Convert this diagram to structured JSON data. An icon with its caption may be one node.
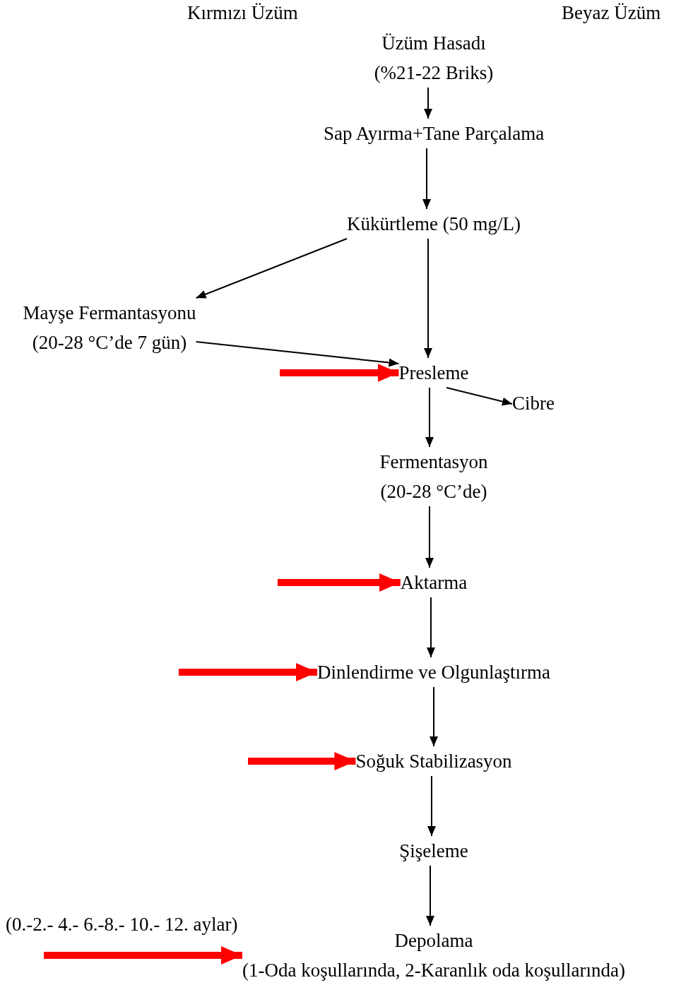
{
  "diagram": {
    "nodes": [
      {
        "text": [
          "Üzüm Hasadı",
          "(%21-22 Briks)"
        ]
      },
      {
        "text": [
          "Sap Ayırma+Tane Parçalama"
        ]
      },
      {
        "text": [
          "Kükürtleme (50 mg/L)"
        ]
      },
      {
        "text": [
          "Mayşe Fermantasyonu",
          "(20-28 °C’de 7 gün)"
        ]
      },
      {
        "text": [
          "Presleme"
        ]
      },
      {
        "text": [
          "Cibre"
        ]
      },
      {
        "text": [
          "Fermentasyon",
          "(20-28 °C’de)"
        ]
      },
      {
        "text": [
          "Aktarma"
        ]
      },
      {
        "text": [
          "Dinlendirme ve Olgunlaştırma"
        ]
      },
      {
        "text": [
          "Soğuk Stabilizasyon"
        ]
      },
      {
        "text": [
          "Şişeleme"
        ]
      },
      {
        "text": [
          "Depolama",
          "(1-Oda koşullarında, 2-Karanlık oda koşullarında)"
        ]
      }
    ],
    "edges": [
      {
        "from": 0,
        "to": 1,
        "arrow": "to"
      },
      {
        "from": 1,
        "to": 2,
        "arrow": "to"
      },
      {
        "from": 2,
        "to": 3,
        "arrow": "to"
      },
      {
        "from": 2,
        "to": 4,
        "arrow": "to"
      },
      {
        "from": 3,
        "to": 4,
        "arrow": "to"
      },
      {
        "from": 4,
        "to": 5,
        "arrow": "to"
      },
      {
        "from": 4,
        "to": 6,
        "arrow": "to"
      },
      {
        "from": 6,
        "to": 7,
        "arrow": "to"
      },
      {
        "from": 7,
        "to": 8,
        "arrow": "to"
      },
      {
        "from": 8,
        "to": 9,
        "arrow": "to"
      },
      {
        "from": 9,
        "to": 10,
        "arrow": "to"
      },
      {
        "from": 10,
        "to": 11,
        "arrow": "to"
      },
      {
        "from": null,
        "to": 4,
        "arrow": "to",
        "style": "thick",
        "color": "#ff0000"
      },
      {
        "from": null,
        "to": 7,
        "arrow": "to",
        "style": "thick",
        "color": "#ff0000"
      },
      {
        "from": null,
        "to": 8,
        "arrow": "to",
        "style": "thick",
        "color": "#ff0000"
      },
      {
        "from": null,
        "to": 9,
        "arrow": "to",
        "style": "thick",
        "color": "#ff0000"
      },
      {
        "from": null,
        "to": 11,
        "arrow": "to",
        "style": "thick",
        "color": "#ff0000",
        "label": "(0.-2.- 4.- 6.-8.- 10.- 12. aylar)"
      }
    ],
    "labels": [
      "Kırmızı Üzüm",
      "Beyaz Üzüm"
    ]
  }
}
